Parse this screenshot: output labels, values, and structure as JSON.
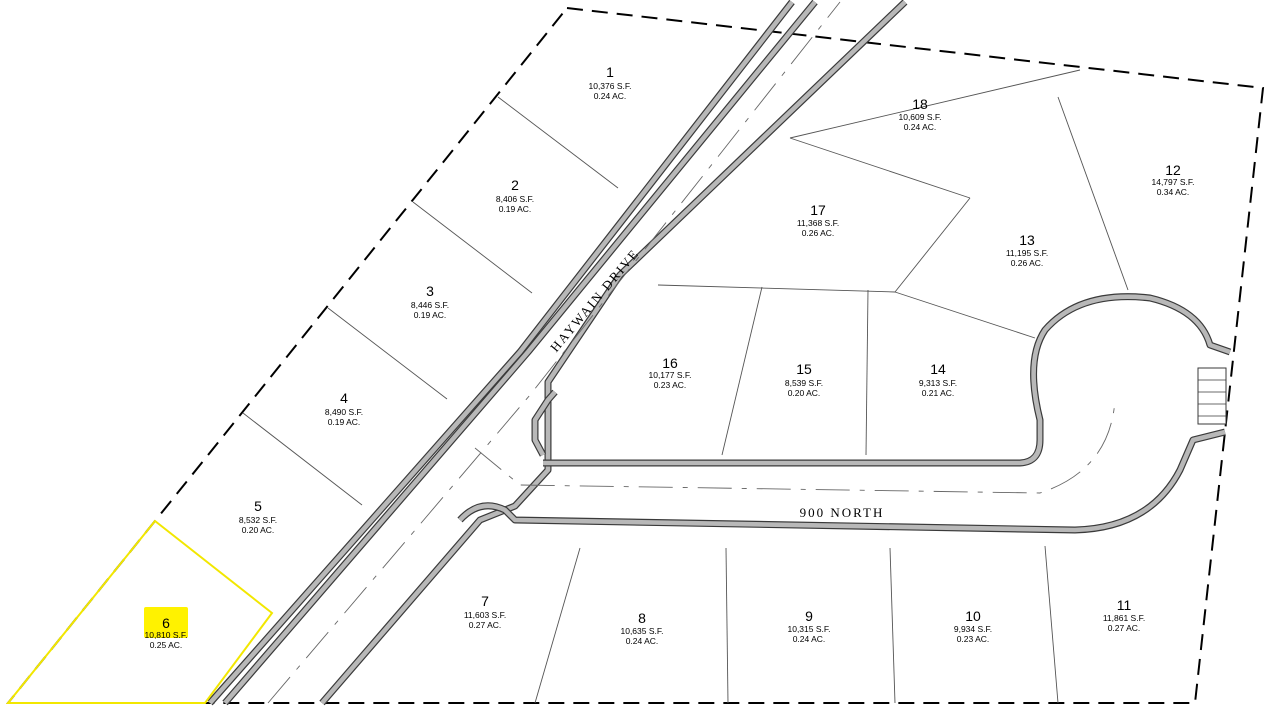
{
  "streets": {
    "north_south": "HAYWAIN DRIVE",
    "east_west": "900 NORTH"
  },
  "highlight": {
    "lot": "6",
    "outline_color": "#f2e700",
    "marker_color": "#fff200"
  },
  "lots": [
    {
      "id": "1",
      "sqft": "10,376 S.F.",
      "acres": "0.24 AC."
    },
    {
      "id": "2",
      "sqft": "8,406 S.F.",
      "acres": "0.19 AC."
    },
    {
      "id": "3",
      "sqft": "8,446 S.F.",
      "acres": "0.19 AC."
    },
    {
      "id": "4",
      "sqft": "8,490 S.F.",
      "acres": "0.19 AC."
    },
    {
      "id": "5",
      "sqft": "8,532 S.F.",
      "acres": "0.20 AC."
    },
    {
      "id": "6",
      "sqft": "10,810 S.F.",
      "acres": "0.25 AC."
    },
    {
      "id": "7",
      "sqft": "11,603 S.F.",
      "acres": "0.27 AC."
    },
    {
      "id": "8",
      "sqft": "10,635 S.F.",
      "acres": "0.24 AC."
    },
    {
      "id": "9",
      "sqft": "10,315 S.F.",
      "acres": "0.24 AC."
    },
    {
      "id": "10",
      "sqft": "9,934 S.F.",
      "acres": "0.23 AC."
    },
    {
      "id": "11",
      "sqft": "11,861 S.F.",
      "acres": "0.27 AC."
    },
    {
      "id": "12",
      "sqft": "14,797 S.F.",
      "acres": "0.34 AC."
    },
    {
      "id": "13",
      "sqft": "11,195 S.F.",
      "acres": "0.26 AC."
    },
    {
      "id": "14",
      "sqft": "9,313 S.F.",
      "acres": "0.21 AC."
    },
    {
      "id": "15",
      "sqft": "8,539 S.F.",
      "acres": "0.20 AC."
    },
    {
      "id": "16",
      "sqft": "10,177 S.F.",
      "acres": "0.23 AC."
    },
    {
      "id": "17",
      "sqft": "11,368 S.F.",
      "acres": "0.26 AC."
    },
    {
      "id": "18",
      "sqft": "10,609 S.F.",
      "acres": "0.24 AC."
    }
  ]
}
